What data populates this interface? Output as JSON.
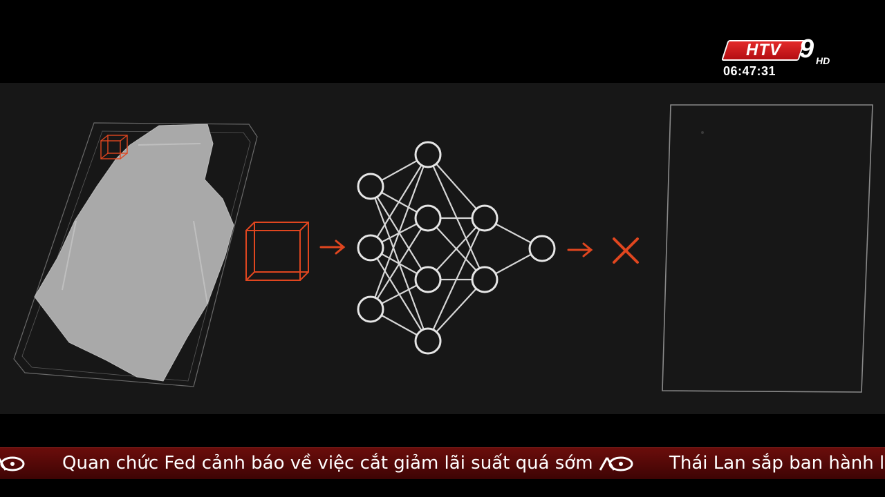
{
  "channel": {
    "logo_letters": "HTV",
    "logo_number": "9",
    "logo_suffix": "HD",
    "clock": "06:47:31",
    "brand_red": "#c8171c"
  },
  "graphic": {
    "accent_color": "#e0461f",
    "line_color": "#d8d8d8",
    "arrow_icons": [
      "arrow-right-icon",
      "arrow-right-icon"
    ],
    "result_icon": "cross-icon"
  },
  "ticker": {
    "separator_icon": "htv-news-logo-icon",
    "headline_1": "Quan chức Fed cảnh báo về việc cắt giảm lãi suất quá sớm",
    "headline_2": "Thái Lan sắp ban hành luật"
  }
}
